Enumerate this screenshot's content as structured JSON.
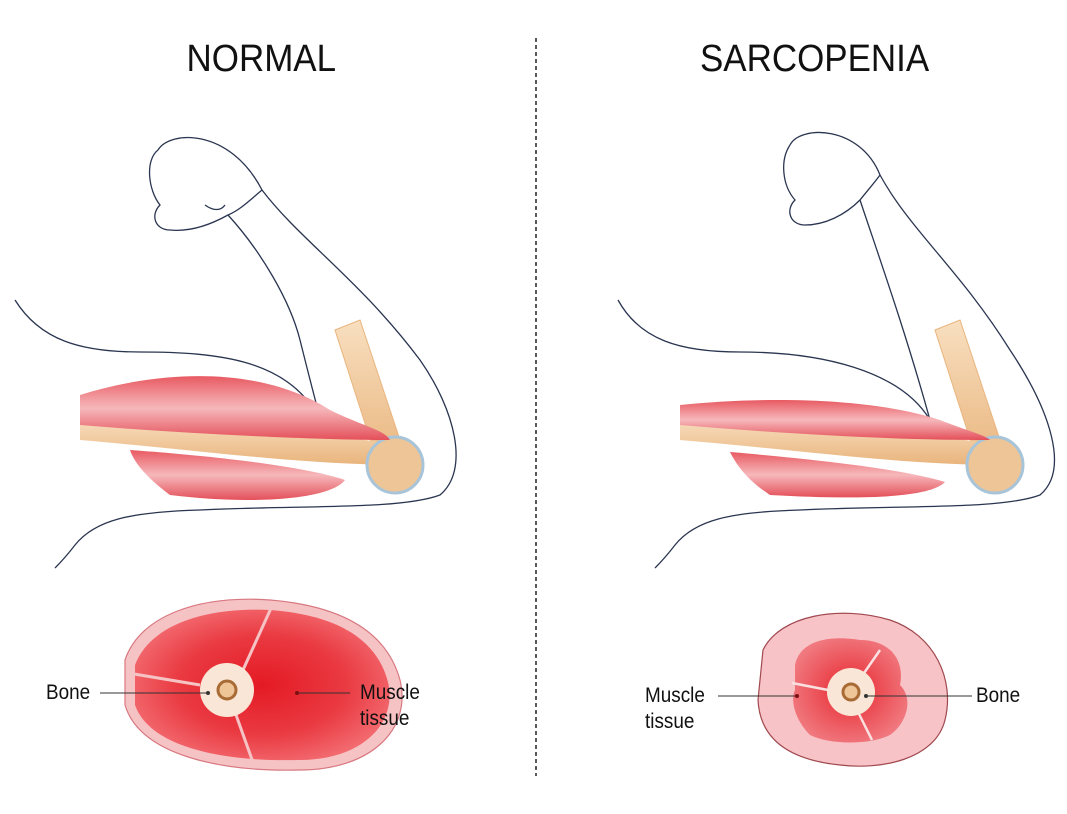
{
  "panels": {
    "normal": {
      "title": "NORMAL",
      "bone_label": "Bone",
      "muscle_label_line1": "Muscle",
      "muscle_label_line2": "tissue"
    },
    "sarcopenia": {
      "title": "SARCOPENIA",
      "bone_label": "Bone",
      "muscle_label_line1": "Muscle",
      "muscle_label_line2": "tissue"
    }
  },
  "colors": {
    "muscle": "#e8262e",
    "muscle_light": "#f7b9bc",
    "skin": "#f6c9cb",
    "bone": "#f9e6cf",
    "bone_tan": "#eec596",
    "outline": "#2a3550"
  }
}
